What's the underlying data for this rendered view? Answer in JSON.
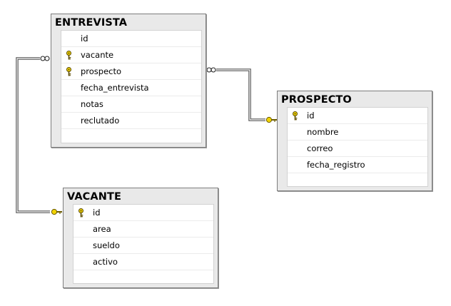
{
  "diagram": {
    "tables": [
      {
        "name": "ENTREVISTA",
        "columns": [
          {
            "name": "id",
            "key": false
          },
          {
            "name": "vacante",
            "key": true
          },
          {
            "name": "prospecto",
            "key": true
          },
          {
            "name": "fecha_entrevista",
            "key": false
          },
          {
            "name": "notas",
            "key": false
          },
          {
            "name": "reclutado",
            "key": false
          }
        ]
      },
      {
        "name": "PROSPECTO",
        "columns": [
          {
            "name": "id",
            "key": true
          },
          {
            "name": "nombre",
            "key": false
          },
          {
            "name": "correo",
            "key": false
          },
          {
            "name": "fecha_registro",
            "key": false
          }
        ]
      },
      {
        "name": "VACANTE",
        "columns": [
          {
            "name": "id",
            "key": true
          },
          {
            "name": "area",
            "key": false
          },
          {
            "name": "sueldo",
            "key": false
          },
          {
            "name": "activo",
            "key": false
          }
        ]
      }
    ],
    "relationships": [
      {
        "from": "ENTREVISTA.prospecto",
        "to": "PROSPECTO.id",
        "many_end": "ENTREVISTA",
        "one_end": "PROSPECTO"
      },
      {
        "from": "ENTREVISTA.vacante",
        "to": "VACANTE.id",
        "many_end": "ENTREVISTA",
        "one_end": "VACANTE"
      }
    ],
    "colors": {
      "key_icon": "#f2d400",
      "connector": "#8c8c8c",
      "header_bg": "#e9e9e9"
    }
  }
}
